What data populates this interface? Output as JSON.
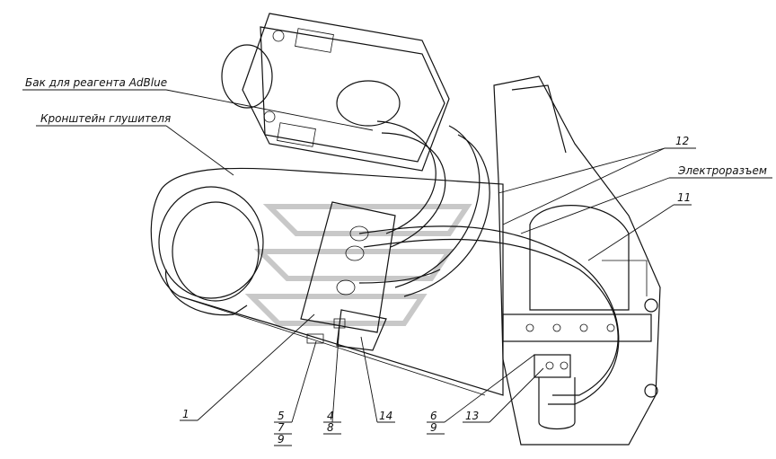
{
  "labels": {
    "tank": "Бак для реагента AdBlue",
    "bracket": "Кронштейн глушителя",
    "connector": "Электроразъем",
    "n12": "12",
    "n11": "11",
    "n1": "1",
    "n5": "5",
    "n7": "7",
    "n9a": "9",
    "n4": "4",
    "n8": "8",
    "n14": "14",
    "n6": "6",
    "n9b": "9",
    "n13": "13"
  }
}
